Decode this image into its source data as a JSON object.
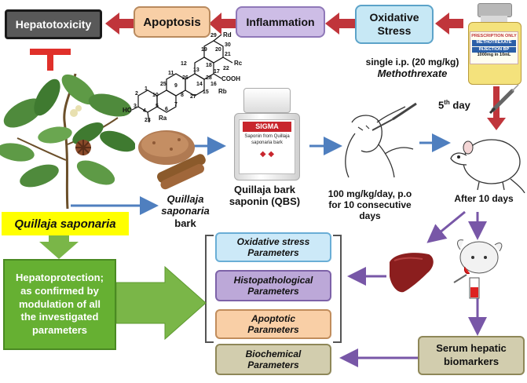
{
  "top": {
    "hepatotoxicity": "Hepatotoxicity",
    "apoptosis": "Apoptosis",
    "inflammation": "Inflammation",
    "oxidative_stress_line1": "Oxidative",
    "oxidative_stress_line2": "Stress"
  },
  "vial": {
    "line1": "PRESCRIPTION ONLY",
    "line2": "METHOTREXATE",
    "line3": "INJECTION BP",
    "line4": "1000mg in 10mL"
  },
  "dose": {
    "line1": "single i.p. (20 mg/kg)",
    "line2": "Methothrexate"
  },
  "day": {
    "prefix": "5",
    "sup": "th",
    "suffix": " day"
  },
  "plant_label": "Quillaja saponaria",
  "bark_label": {
    "line1": "Quillaja",
    "line2": "saponaria",
    "line3": "bark"
  },
  "chem": {
    "rd": "Rd",
    "rc": "Rc",
    "rb": "Rb",
    "ra": "Ra",
    "cooh": "COOH",
    "ho": "HO",
    "n29": "29",
    "n30": "30",
    "n19": "19",
    "n20": "20",
    "n21": "21",
    "n12": "12",
    "n18": "18",
    "n13": "13",
    "n17": "17",
    "n22": "22",
    "n11": "11",
    "n16": "16",
    "n28": "28",
    "n26": "26",
    "n14": "14",
    "n15": "15",
    "n9": "9",
    "n25": "25",
    "n10": "10",
    "n8": "8",
    "n1": "1",
    "n2": "2",
    "n27": "27",
    "n3": "3",
    "n4": "4",
    "n5": "5",
    "n7": "7",
    "n6": "6",
    "n23": "23"
  },
  "bottle": {
    "brand": "SIGMA",
    "text1": "Saponin from Quillaja",
    "text2": "saponaria bark"
  },
  "qbs_label": {
    "line1": "Quillaja bark",
    "line2": "saponin (QBS)"
  },
  "dosage_label": {
    "line1": "100 mg/kg/day, p.o",
    "line2": "for 10 consecutive days"
  },
  "after_label": "After 10 days",
  "hepatoprotection": {
    "line1": "Hepatoprotection;",
    "line2": "as confirmed by",
    "line3": "modulation of all",
    "line4": "the investigated",
    "line5": "parameters"
  },
  "params": [
    {
      "line1": "Oxidative stress",
      "line2": "Parameters"
    },
    {
      "line1": "Histopathological",
      "line2": "Parameters"
    },
    {
      "line1": "Apoptotic",
      "line2": "Parameters"
    },
    {
      "line1": "Biochemical",
      "line2": "Parameters"
    }
  ],
  "serum": {
    "line1": "Serum hepatic",
    "line2": "biomarkers"
  },
  "colors": {
    "hepatotoxicity_bg": "#595959",
    "apoptosis_bg": "#f8cfa6",
    "inflammation_bg": "#cdbde6",
    "oxidative_bg": "#c7e8f5",
    "red_arrow": "#c0353b",
    "blue_arrow": "#4f7fbf",
    "purple_arrow": "#7857a7",
    "green_arrow": "#7ab648",
    "yellow_label": "#ffff00",
    "hepato_box": "#66b032",
    "param_blue": "#cce9f8",
    "param_purple": "#bca8d8",
    "param_orange": "#f9cfa6",
    "param_tan": "#d2cdae",
    "serum_bg": "#d2cdae"
  },
  "icons": [
    "inhibit-icon",
    "quillaja-plant-icon",
    "bark-powder-icon",
    "sigma-bottle-icon",
    "syringe-icon",
    "rat-icon",
    "gavage-hand-icon",
    "liver-icon",
    "blood-sample-icon",
    "bracket-icon"
  ]
}
